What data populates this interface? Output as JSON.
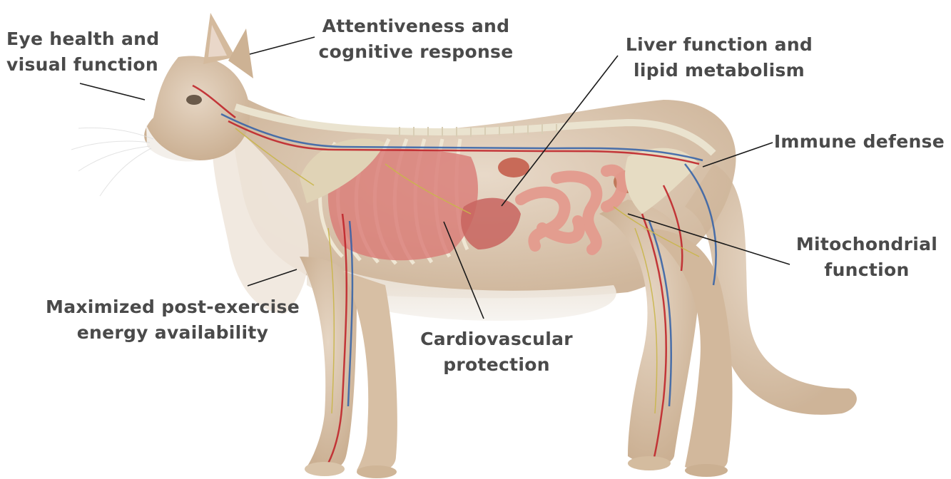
{
  "labels": {
    "eye": [
      "Eye health and",
      "visual function"
    ],
    "attentiveness": [
      "Attentiveness and",
      "cognitive response"
    ],
    "liver": [
      "Liver function and",
      "lipid metabolism"
    ],
    "immune": [
      "Immune defense"
    ],
    "mitochondrial": [
      "Mitochondrial",
      "function"
    ],
    "cardio": [
      "Cardiovascular",
      "protection"
    ],
    "energy": [
      "Maximized post-exercise",
      "energy availability"
    ]
  },
  "colors": {
    "text": "#4a4a4a",
    "fur": "#d9c2a8",
    "fur_light": "#ece1d3",
    "belly": "#f3efea",
    "organ": "#d97a76",
    "intestine": "#e49b8e",
    "artery": "#c0262b",
    "vein": "#2f5fa8",
    "nerve": "#c9b64a",
    "bone": "#eae3cf",
    "leader": "#1a1a1a"
  }
}
